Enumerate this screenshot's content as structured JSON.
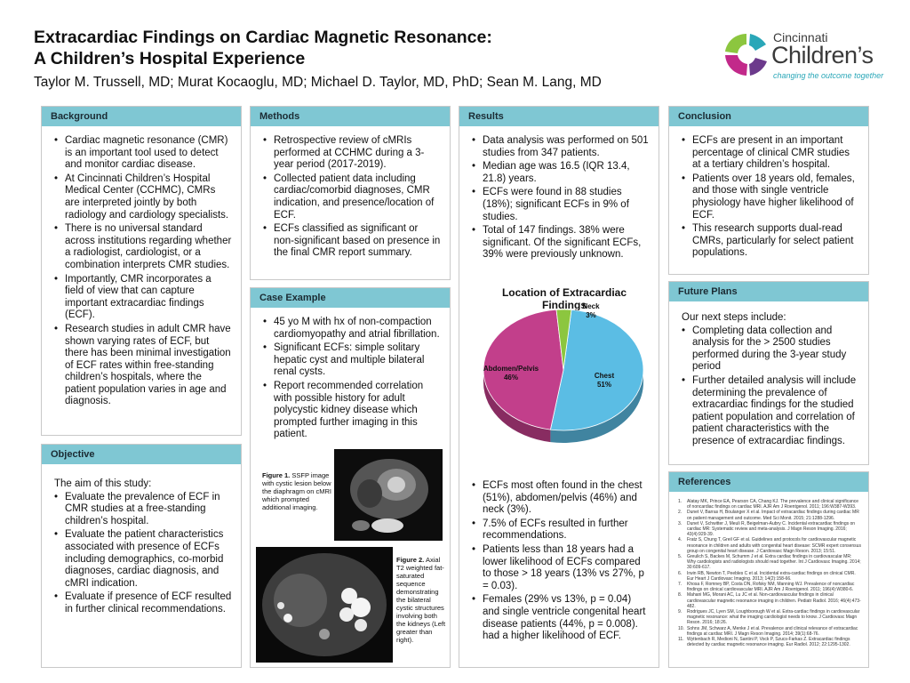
{
  "header": {
    "title_line1": "Extracardiac Findings on Cardiac Magnetic Resonance:",
    "title_line2": "A Children’s Hospital Experience",
    "authors": "Taylor M. Trussell, MD; Murat Kocaoglu, MD; Michael D. Taylor, MD, PhD; Sean M. Lang, MD"
  },
  "logo": {
    "line1": "Cincinnati",
    "line2": "Children’s",
    "tagline": "changing the outcome together",
    "colors": {
      "pink": "#c2298a",
      "teal": "#2aa7b8",
      "green": "#8cc63f",
      "purple": "#6c3a8c"
    }
  },
  "background": {
    "heading": "Background",
    "items": [
      "Cardiac magnetic resonance (CMR) is an important tool used to detect and monitor cardiac disease.",
      "At Cincinnati Children’s Hospital Medical Center (CCHMC), CMRs are interpreted jointly by both radiology and cardiology specialists.",
      "There is no universal standard across institutions regarding whether a radiologist, cardiologist, or a combination interprets CMR studies.",
      "Importantly, CMR incorporates a field of view that can capture important extracardiac findings (ECF).",
      "Research studies in adult CMR have shown varying rates of ECF, but there has been minimal investigation of ECF rates within free-standing children’s hospitals, where the patient population varies in age and diagnosis."
    ]
  },
  "objective": {
    "heading": "Objective",
    "intro": "The aim of this study:",
    "items": [
      "Evaluate the prevalence of ECF in CMR studies at a free-standing children’s hospital.",
      "Evaluate the patient characteristics associated with presence of ECFs including demographics, co-morbid diagnoses, cardiac diagnosis, and cMRI indication.",
      "Evaluate if presence of ECF resulted in further clinical recommendations."
    ]
  },
  "methods": {
    "heading": "Methods",
    "items": [
      "Retrospective review of cMRIs performed at CCHMC during a 3-year period (2017-2019).",
      "Collected patient data including cardiac/comorbid diagnoses, CMR indication, and presence/location of ECF.",
      "ECFs classified as significant or non-significant based on presence in the final CMR report summary."
    ]
  },
  "case": {
    "heading": "Case Example",
    "items": [
      "45 yo M with hx of non-compaction cardiomyopathy and atrial fibrillation.",
      "Significant ECFs: simple solitary hepatic cyst and multiple bilateral renal cysts.",
      "Report recommended correlation with possible history for adult polycystic kidney disease which prompted further imaging in this patient."
    ],
    "fig1_label": "Figure 1.",
    "fig1_text": "SSFP image with cystic lesion below the diaphragm on cMRI which prompted additional imaging.",
    "fig2_label": "Figure 2.",
    "fig2_text": "Axial T2 weighted fat-saturated sequence demonstrating the bilateral cystic structures involving both the kidneys (Left greater than right)."
  },
  "results": {
    "heading": "Results",
    "items_top": [
      "Data analysis was performed on 501 studies from 347 patients.",
      "Median age was 16.5 (IQR 13.4, 21.8) years.",
      "ECFs were found in 88 studies (18%); significant ECFs in 9% of studies.",
      "Total of 147 findings. 38% were significant. Of the significant ECFs, 39% were previously unknown."
    ],
    "items_bottom": [
      "ECFs most often found in the chest (51%), abdomen/pelvis (46%) and neck (3%).",
      "7.5% of ECFs resulted in further recommendations.",
      "Patients less than 18 years had a lower likelihood of ECFs compared to those > 18 years (13% vs 27%, p = 0.03).",
      "Females (29% vs 13%, p = 0.04) and single ventricle congenital heart disease patients (44%, p = 0.008). had a higher likelihood of ECF."
    ]
  },
  "chart_data": {
    "type": "pie",
    "title": "Location of Extracardiac Findings",
    "categories": [
      "Chest",
      "Abdomen/Pelvis",
      "Neck"
    ],
    "values": [
      51,
      46,
      3
    ],
    "labels": [
      "51%",
      "46%",
      "3%"
    ],
    "colors": [
      "#5bbde4",
      "#c23f8b",
      "#8cc63f"
    ]
  },
  "conclusion": {
    "heading": "Conclusion",
    "items": [
      "ECFs are present in an important percentage of clinical CMR studies at a tertiary children’s hospital.",
      "Patients over 18 years old, females, and those with single ventricle physiology have higher likelihood of ECF.",
      "This research supports dual-read CMRs, particularly for select patient populations."
    ]
  },
  "future": {
    "heading": "Future Plans",
    "intro": "Our next steps include:",
    "items": [
      "Completing data collection and analysis for the > 2500 studies performed during the 3-year study period",
      "Further detailed analysis will include determining the prevalence of extracardiac findings for the studied patient population and correlation of patient characteristics with the presence of extracardiac findings."
    ]
  },
  "references": {
    "heading": "References",
    "items": [
      "Alatay MK, Prince EA, Pearson CA, Chang KJ. The prevalence and clinical significance of noncardiac findings on cardiac MRI. AJR Am J Roentgenol. 2011; 196:W387-W393.",
      "Dunet V, Barras H, Boulanger X et al. Impact of extracardiac findings during cardiac MR on patient management and outcome. Med Sci Monit. 2015; 21:1288-1296.",
      "Dunet V, Schwitter J, Meuli R, Beigelman-Aubry C. Incidental extracardiac findings on cardiac MR: Systematic review and meta-analysis. J Magn Reson Imaging. 2016; 43(4):929-39.",
      "Fratz S, Chung T, Greil GF et al. Guidelines and protocols for cardiovascular magnetic resonance in children and adults with congenital heart disease: SCMR expert consensus group on congenital heart disease. J Cardiovasc Magn Reson. 2013; 15:51.",
      "Greulich S, Backes M, Schumm J et al. Extra cardiac findings in cardiovascular MR: Why cardiologists and radiologists should read together. Int J Cardiovasc Imaging. 2014; 30:609-617.",
      "Irwin RB, Newton T, Peebles C et al. Incidental extra-cardiac findings on clinical CMR. Eur Heart J Cardiovasc Imaging. 2013; 14(2):158-66.",
      "Khosa F, Romney BP, Costa DN, Rofsky NM, Manning WJ. Prevalence of noncardiac findings on clinical cardiovascular MRI. AJR Am J Roentgenol. 2011; 196(4):W380-6.",
      "Mahani MG, Morani AC, Lu JC et al. Non-cardiovascular findings in clinical cardiovascular magnetic resonance imaging in children. Pediatr Radiol. 2016; 46(4):473-482.",
      "Rodrigues JC, Lyen SM, Loughborough W et al. Extra-cardiac findings in cardiovascular magnetic resonance: what the imaging cardiologist needs to know. J Cardiovasc Magn Reson. 2016; 18:26.",
      "Sohns JM, Schwarz A, Menke J et al. Prevalence and clinical relevance of extracardiac findings at cardiac MRI. J Magn Reson Imaging. 2014; 39(1):68-76.",
      "Wyttenbach R, Medioni N, Santini P, Vock P, Szucs-Farkas Z. Extracardiac findings detected by cardiac magnetic resonance imaging. Eur Radiol. 2012; 22:1295-1302."
    ]
  }
}
